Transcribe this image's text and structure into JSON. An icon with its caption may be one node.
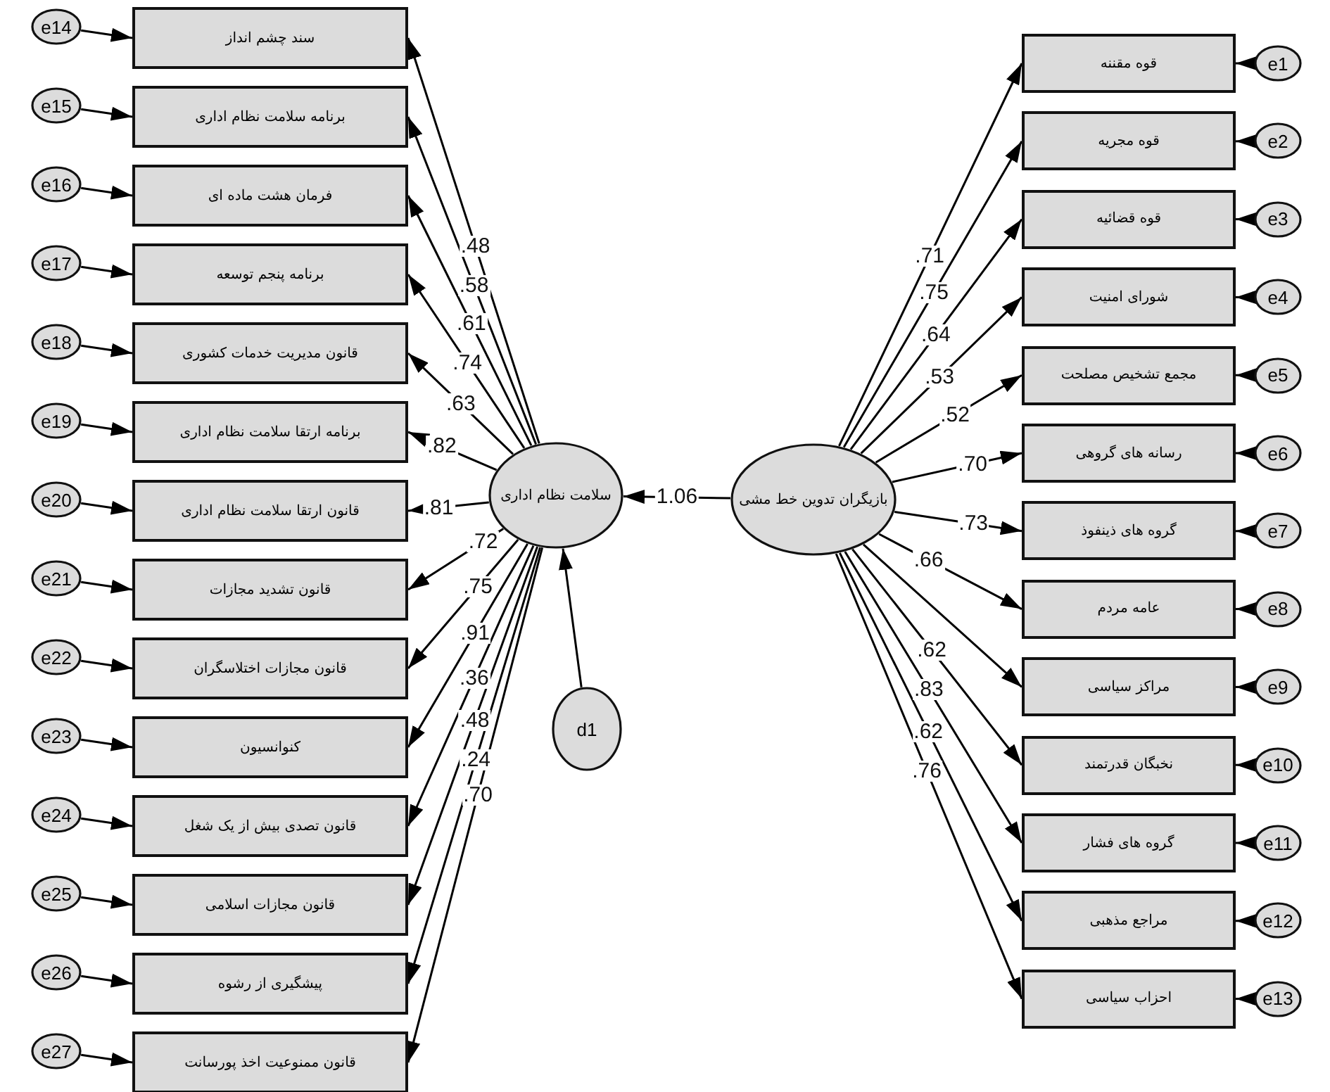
{
  "diagram": {
    "nodes": [
      {
        "text": [
          "e14"
        ]
      },
      {
        "text": [
          "e15"
        ]
      },
      {
        "text": [
          "e16"
        ]
      },
      {
        "text": [
          "e17"
        ]
      },
      {
        "text": [
          "e18"
        ]
      },
      {
        "text": [
          "e19"
        ]
      },
      {
        "text": [
          "e20"
        ]
      },
      {
        "text": [
          "e21"
        ]
      },
      {
        "text": [
          "e22"
        ]
      },
      {
        "text": [
          "e23"
        ]
      },
      {
        "text": [
          "e24"
        ]
      },
      {
        "text": [
          "e25"
        ]
      },
      {
        "text": [
          "e26"
        ]
      },
      {
        "text": [
          "e27"
        ]
      },
      {
        "text": [
          "سند چشم انداز"
        ]
      },
      {
        "text": [
          "برنامه سلامت نظام اداری"
        ]
      },
      {
        "text": [
          "فرمان هشت ماده ای"
        ]
      },
      {
        "text": [
          "برنامه پنجم توسعه"
        ]
      },
      {
        "text": [
          "قانون مدیریت خدمات کشوری"
        ]
      },
      {
        "text": [
          "برنامه ارتقا سلامت نظام اداری"
        ]
      },
      {
        "text": [
          "قانون ارتقا سلامت نظام اداری"
        ]
      },
      {
        "text": [
          "قانون تشدید مجازات"
        ]
      },
      {
        "text": [
          "قانون مجازات اختلاسگران"
        ]
      },
      {
        "text": [
          "کنوانسیون"
        ]
      },
      {
        "text": [
          "قانون تصدی بیش از یک شغل"
        ]
      },
      {
        "text": [
          "قانون مجازات اسلامی"
        ]
      },
      {
        "text": [
          "پیشگیری از رشوه"
        ]
      },
      {
        "text": [
          "قانون ممنوعیت اخذ پورسانت"
        ]
      },
      {
        "text": [
          "سلامت نظام اداری"
        ]
      },
      {
        "text": [
          "بازیگران تدوین خط مشی"
        ]
      },
      {
        "text": [
          "d1"
        ]
      },
      {
        "text": [
          "قوه مقننه"
        ]
      },
      {
        "text": [
          "قوه مجریه"
        ]
      },
      {
        "text": [
          "قوه قضائیه"
        ]
      },
      {
        "text": [
          "شورای امنیت"
        ]
      },
      {
        "text": [
          "مجمع تشخیص مصلحت"
        ]
      },
      {
        "text": [
          "رسانه های گروهی"
        ]
      },
      {
        "text": [
          "گروه های ذینفوذ"
        ]
      },
      {
        "text": [
          "عامه مردم"
        ]
      },
      {
        "text": [
          "مراکز سیاسی"
        ]
      },
      {
        "text": [
          "نخبگان قدرتمند"
        ]
      },
      {
        "text": [
          "گروه های فشار"
        ]
      },
      {
        "text": [
          "مراجع مذهبی"
        ]
      },
      {
        "text": [
          "احزاب سیاسی"
        ]
      },
      {
        "text": [
          "e1"
        ]
      },
      {
        "text": [
          "e2"
        ]
      },
      {
        "text": [
          "e3"
        ]
      },
      {
        "text": [
          "e4"
        ]
      },
      {
        "text": [
          "e5"
        ]
      },
      {
        "text": [
          "e6"
        ]
      },
      {
        "text": [
          "e7"
        ]
      },
      {
        "text": [
          "e8"
        ]
      },
      {
        "text": [
          "e9"
        ]
      },
      {
        "text": [
          "e10"
        ]
      },
      {
        "text": [
          "e11"
        ]
      },
      {
        "text": [
          "e12"
        ]
      },
      {
        "text": [
          "e13"
        ]
      }
    ],
    "edges": [
      {
        "from": 0,
        "to": 14,
        "arrow": "to"
      },
      {
        "from": 1,
        "to": 15,
        "arrow": "to"
      },
      {
        "from": 2,
        "to": 16,
        "arrow": "to"
      },
      {
        "from": 3,
        "to": 17,
        "arrow": "to"
      },
      {
        "from": 4,
        "to": 18,
        "arrow": "to"
      },
      {
        "from": 5,
        "to": 19,
        "arrow": "to"
      },
      {
        "from": 6,
        "to": 20,
        "arrow": "to"
      },
      {
        "from": 7,
        "to": 21,
        "arrow": "to"
      },
      {
        "from": 8,
        "to": 22,
        "arrow": "to"
      },
      {
        "from": 9,
        "to": 23,
        "arrow": "to"
      },
      {
        "from": 10,
        "to": 24,
        "arrow": "to"
      },
      {
        "from": 11,
        "to": 25,
        "arrow": "to"
      },
      {
        "from": 12,
        "to": 26,
        "arrow": "to"
      },
      {
        "from": 13,
        "to": 27,
        "arrow": "to"
      },
      {
        "from": 28,
        "to": 14,
        "arrow": "to",
        "label": ".48"
      },
      {
        "from": 28,
        "to": 15,
        "arrow": "to",
        "label": ".58"
      },
      {
        "from": 28,
        "to": 16,
        "arrow": "to",
        "label": ".61"
      },
      {
        "from": 28,
        "to": 17,
        "arrow": "to",
        "label": ".74"
      },
      {
        "from": 28,
        "to": 18,
        "arrow": "to",
        "label": ".63"
      },
      {
        "from": 28,
        "to": 19,
        "arrow": "to",
        "label": ".82"
      },
      {
        "from": 28,
        "to": 20,
        "arrow": "to",
        "label": ".81"
      },
      {
        "from": 28,
        "to": 21,
        "arrow": "to",
        "label": ".72"
      },
      {
        "from": 28,
        "to": 22,
        "arrow": "to",
        "label": ".75"
      },
      {
        "from": 28,
        "to": 23,
        "arrow": "to",
        "label": ".91"
      },
      {
        "from": 28,
        "to": 24,
        "arrow": "to",
        "label": ".36"
      },
      {
        "from": 28,
        "to": 25,
        "arrow": "to",
        "label": ".48"
      },
      {
        "from": 28,
        "to": 26,
        "arrow": "to",
        "label": ".24"
      },
      {
        "from": 28,
        "to": 27,
        "arrow": "to",
        "label": ".70"
      },
      {
        "from": 29,
        "to": 28,
        "arrow": "to",
        "label": "1.06"
      },
      {
        "from": 30,
        "to": 28,
        "arrow": "to"
      },
      {
        "from": 29,
        "to": 31,
        "arrow": "to",
        "label": ".71"
      },
      {
        "from": 29,
        "to": 32,
        "arrow": "to",
        "label": ".75"
      },
      {
        "from": 29,
        "to": 33,
        "arrow": "to",
        "label": ".64"
      },
      {
        "from": 29,
        "to": 34,
        "arrow": "to",
        "label": ".53"
      },
      {
        "from": 29,
        "to": 35,
        "arrow": "to",
        "label": ".52"
      },
      {
        "from": 29,
        "to": 36,
        "arrow": "to",
        "label": ".70"
      },
      {
        "from": 29,
        "to": 37,
        "arrow": "to",
        "label": ".73"
      },
      {
        "from": 29,
        "to": 38,
        "arrow": "to",
        "label": ".66"
      },
      {
        "from": 29,
        "to": 39,
        "arrow": "to"
      },
      {
        "from": 29,
        "to": 40,
        "arrow": "to",
        "label": ".62"
      },
      {
        "from": 29,
        "to": 41,
        "arrow": "to",
        "label": ".83"
      },
      {
        "from": 29,
        "to": 42,
        "arrow": "to",
        "label": ".62"
      },
      {
        "from": 29,
        "to": 43,
        "arrow": "to",
        "label": ".76"
      },
      {
        "from": 44,
        "to": 31,
        "arrow": "to"
      },
      {
        "from": 45,
        "to": 32,
        "arrow": "to"
      },
      {
        "from": 46,
        "to": 33,
        "arrow": "to"
      },
      {
        "from": 47,
        "to": 34,
        "arrow": "to"
      },
      {
        "from": 48,
        "to": 35,
        "arrow": "to"
      },
      {
        "from": 49,
        "to": 36,
        "arrow": "to"
      },
      {
        "from": 50,
        "to": 37,
        "arrow": "to"
      },
      {
        "from": 51,
        "to": 38,
        "arrow": "to"
      },
      {
        "from": 52,
        "to": 39,
        "arrow": "to"
      },
      {
        "from": 53,
        "to": 40,
        "arrow": "to"
      },
      {
        "from": 54,
        "to": 41,
        "arrow": "to"
      },
      {
        "from": 55,
        "to": 42,
        "arrow": "to"
      },
      {
        "from": 56,
        "to": 43,
        "arrow": "to"
      }
    ]
  }
}
